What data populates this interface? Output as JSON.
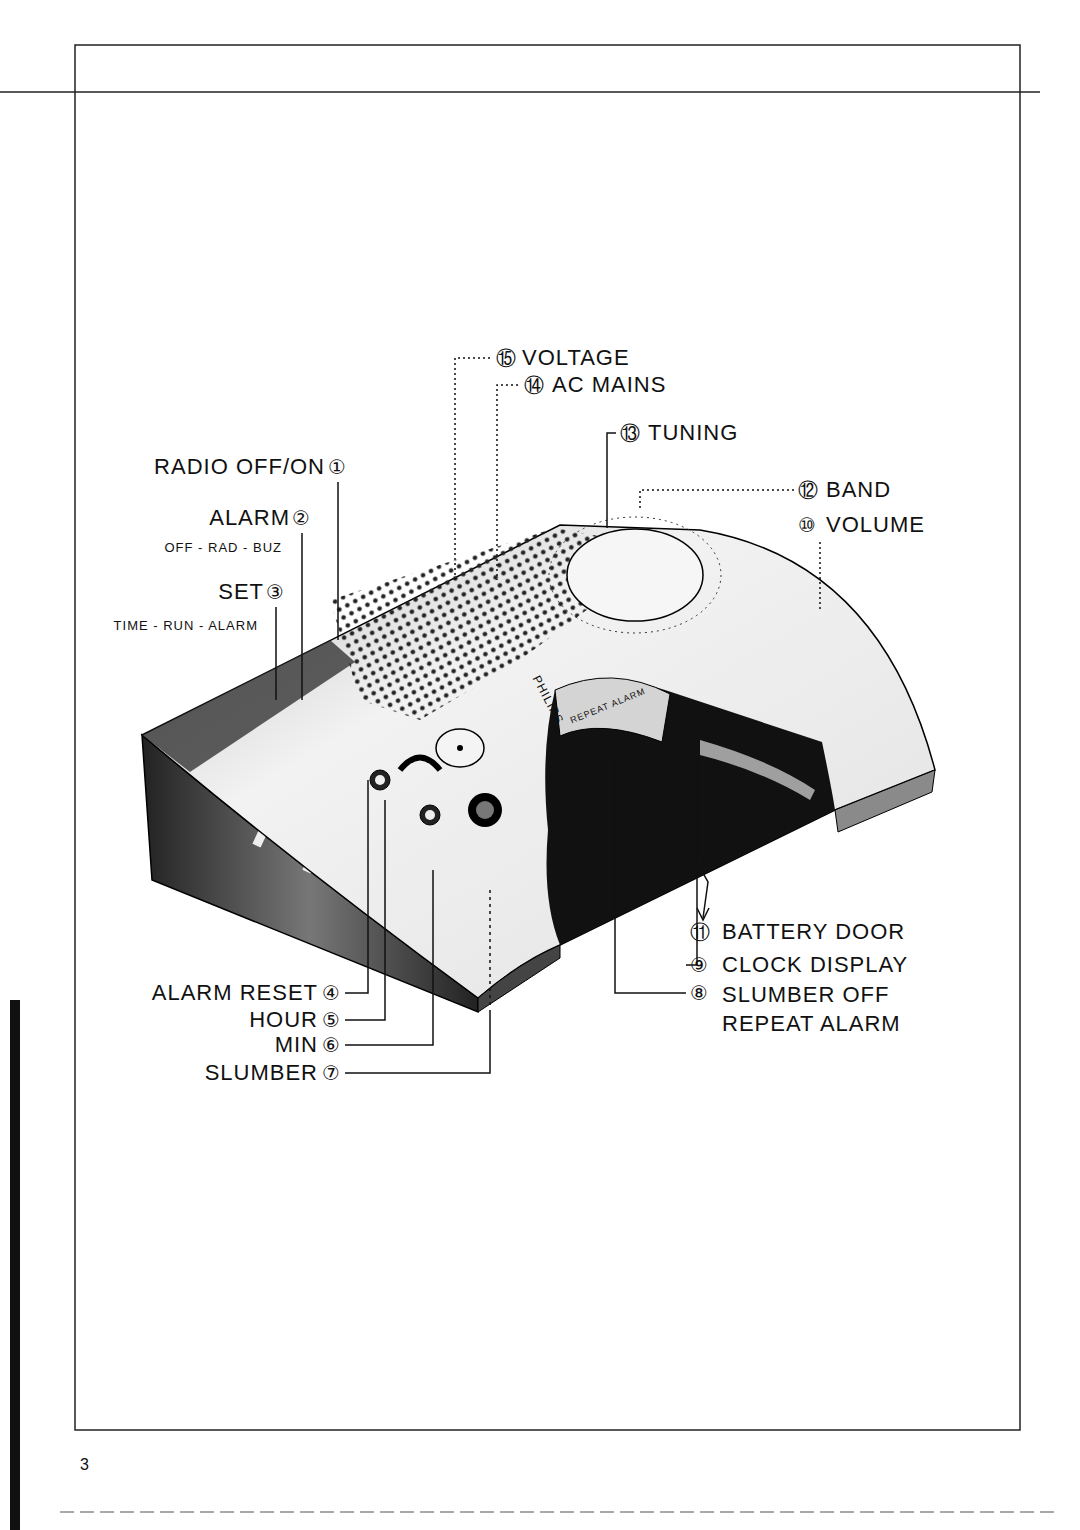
{
  "diagram": {
    "labels": [
      "⑮",
      "VOLTAGE",
      "⑭",
      "AC MAINS",
      "⑬",
      "TUNING",
      "RADIO OFF/ON",
      "①",
      "⑫",
      "BAND",
      "ALARM",
      "②",
      "⑩",
      "VOLUME",
      "OFF - RAD - BUZ",
      "SET",
      "③",
      "TIME - RUN - ALARM",
      "PHILIPS",
      "REPEAT ALARM",
      "⑪",
      "BATTERY DOOR",
      "ALARM RESET",
      "④",
      "⑨",
      "CLOCK DISPLAY",
      "HOUR",
      "⑤",
      "⑧",
      "SLUMBER OFF REPEAT ALARM",
      "MIN",
      "⑥",
      "SLUMBER",
      "⑦",
      "3"
    ]
  }
}
